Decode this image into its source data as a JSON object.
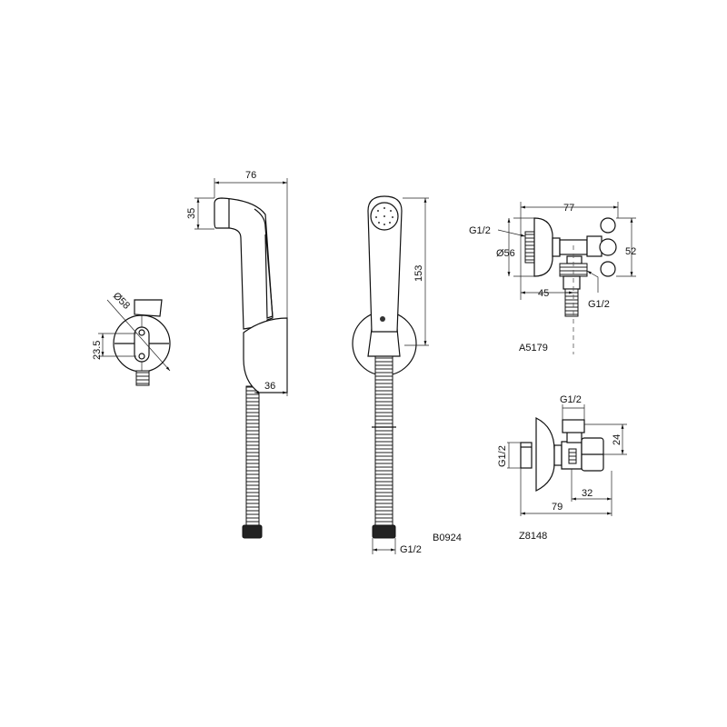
{
  "drawing": {
    "hand_shower": {
      "dimensions": {
        "width": "76",
        "head_height": "35",
        "holder_depth": "36",
        "length": "153",
        "holder_diameter": "Ø58",
        "holder_offset": "23.5",
        "hose_thread": "G1/2"
      },
      "product_code": "B0924"
    },
    "valve_a": {
      "dimensions": {
        "inlet_thread": "G1/2",
        "flange_diameter": "Ø56",
        "length": "77",
        "height": "52",
        "outlet_offset": "45",
        "outlet_thread": "G1/2"
      },
      "product_code": "A5179"
    },
    "valve_z": {
      "dimensions": {
        "top_thread": "G1/2",
        "height": "24",
        "inlet_thread": "G1/2",
        "outlet_offset": "32",
        "length": "79"
      },
      "product_code": "Z8148"
    }
  }
}
